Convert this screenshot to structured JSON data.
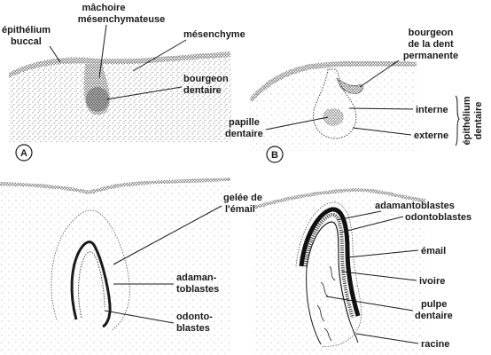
{
  "panels": {
    "a": {
      "letter": "A",
      "labels": {
        "epithelium_line1": "épithélium",
        "epithelium_line2": "buccal",
        "machoire_line1": "mâchoire",
        "machoire_line2": "mésenchymateuse",
        "mesenchyme": "mésenchyme",
        "bourgeon_line1": "bourgeon",
        "bourgeon_line2": "dentaire"
      }
    },
    "b": {
      "letter": "B",
      "labels": {
        "bourgeon_perm_line1": "bourgeon",
        "bourgeon_perm_line2": "de la dent",
        "bourgeon_perm_line3": "permanente",
        "papille_line1": "papille",
        "papille_line2": "dentaire",
        "interne": "interne",
        "externe": "externe",
        "epithelium_dentaire_line1": "épithélium",
        "epithelium_dentaire_line2": "dentaire"
      }
    },
    "c": {
      "labels": {
        "gelee_line1": "gelée de",
        "gelee_line2": "l'émail",
        "adaman_line1": "adaman-",
        "adaman_line2": "toblastes",
        "odonto_line1": "odonto-",
        "odonto_line2": "blastes"
      }
    },
    "d": {
      "labels": {
        "adamantoblastes": "adamantoblastes",
        "odontoblastes": "odontoblastes",
        "email": "émail",
        "ivoire": "ivoire",
        "pulpe_line1": "pulpe",
        "pulpe_line2": "dentaire",
        "racine": "racine"
      }
    }
  },
  "colors": {
    "ink": "#1a1a1a",
    "stipple": "#333333",
    "background": "#ffffff"
  }
}
